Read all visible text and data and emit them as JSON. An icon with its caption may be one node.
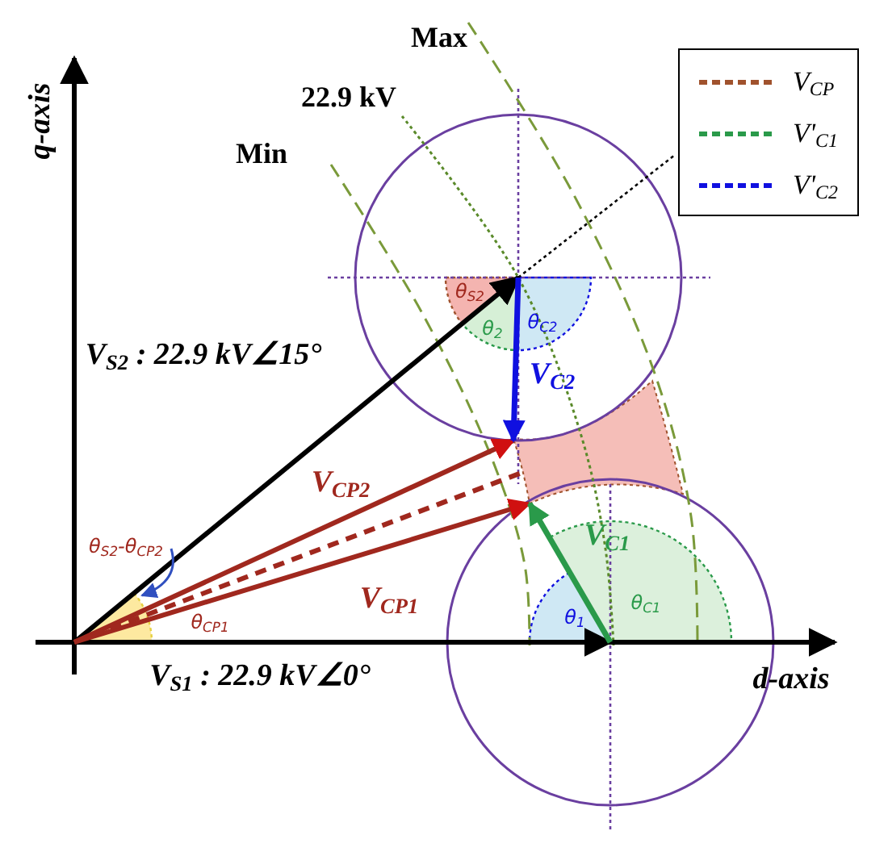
{
  "diagram": {
    "labels": [
      "q-axis",
      "Max",
      "22.9 kV",
      "Min",
      "V$_{S2}$ : 22.9 kV∠15°",
      "θ$_{S2}$",
      "θ$_{2}$",
      "θ$_{C2}$",
      "V$_{C2}$",
      "V$_{CP2}$",
      "θ$_{S2}$-θ$_{CP2}$",
      "V$_{CP1}$",
      "θ$_{CP1}$",
      "V$_{C1}$",
      "θ$_{1}$",
      "θ$_{C1}$",
      "V$_{S1}$ : 22.9 kV∠0°",
      "d-axis"
    ],
    "legend": [
      {
        "text": "V$_{CP}$"
      },
      {
        "text": "V'$_{C1}$"
      },
      {
        "text": "V'$_{C2}$"
      }
    ]
  }
}
